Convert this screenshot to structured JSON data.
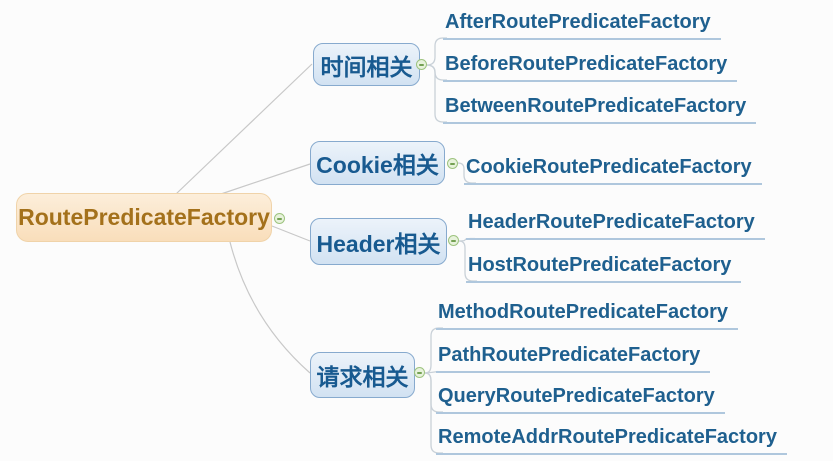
{
  "mindmap": {
    "root": {
      "label": "RoutePredicateFactory"
    },
    "branches": [
      {
        "label": "时间相关",
        "children": [
          {
            "label": "AfterRoutePredicateFactory"
          },
          {
            "label": "BeforeRoutePredicateFactory"
          },
          {
            "label": "BetweenRoutePredicateFactory"
          }
        ]
      },
      {
        "label": "Cookie相关",
        "children": [
          {
            "label": "CookieRoutePredicateFactory"
          }
        ]
      },
      {
        "label": "Header相关",
        "children": [
          {
            "label": "HeaderRoutePredicateFactory"
          },
          {
            "label": "HostRoutePredicateFactory"
          }
        ]
      },
      {
        "label": "请求相关",
        "children": [
          {
            "label": "MethodRoutePredicateFactory"
          },
          {
            "label": "PathRoutePredicateFactory"
          },
          {
            "label": "QueryRoutePredicateFactory"
          },
          {
            "label": "RemoteAddrRoutePredicateFactory"
          }
        ]
      }
    ],
    "controls": {
      "collapse_icon": "minus-circle"
    },
    "colors": {
      "root_fill": "#f9debb",
      "root_text": "#a4711b",
      "branch_fill": "#d2e2f2",
      "branch_border": "#87aace",
      "branch_text": "#185a90",
      "leaf_text": "#1f608f",
      "leaf_underline": "#afc7dd",
      "connector_gray": "#c8c8c8",
      "connector_bracket": "#c9d1d8",
      "collapse_fill": "#e7f2db",
      "collapse_border": "#9dc37f"
    }
  }
}
